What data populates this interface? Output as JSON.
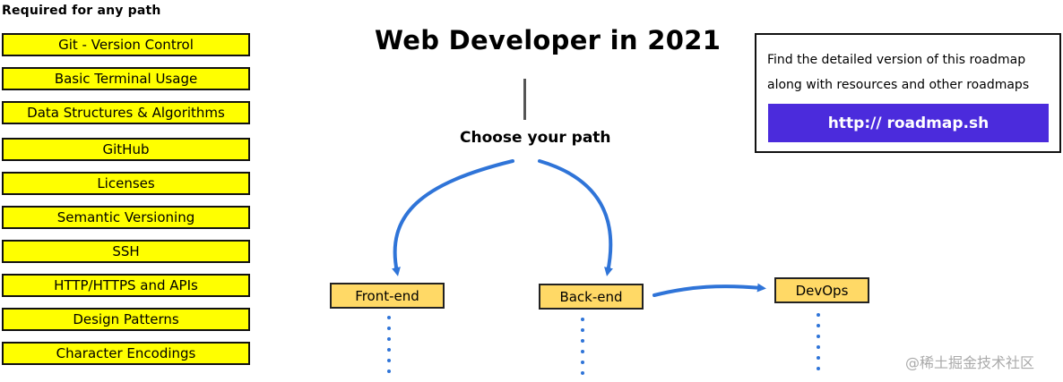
{
  "sidebar": {
    "title": "Required for any path",
    "items": [
      {
        "label": "Git - Version Control"
      },
      {
        "label": "Basic Terminal Usage"
      },
      {
        "label": "Data Structures & Algorithms"
      },
      {
        "label": "GitHub"
      },
      {
        "label": "Licenses"
      },
      {
        "label": "Semantic Versioning"
      },
      {
        "label": "SSH"
      },
      {
        "label": "HTTP/HTTPS and APIs"
      },
      {
        "label": "Design Patterns"
      },
      {
        "label": "Character Encodings"
      }
    ]
  },
  "header": {
    "title": "Web Developer in 2021",
    "choose_label": "Choose your path"
  },
  "infobox": {
    "text": "Find the detailed version of this roadmap along with resources and other roadmaps",
    "link_label": "http:// roadmap.sh"
  },
  "paths": {
    "frontend": "Front-end",
    "backend": "Back-end",
    "devops": "DevOps"
  },
  "watermark": "@稀土掘金技术社区",
  "colors": {
    "topic_fill": "#ffff00",
    "path_fill": "#ffd966",
    "arrow": "#2f74d8",
    "link_button": "#4b2bdc"
  }
}
